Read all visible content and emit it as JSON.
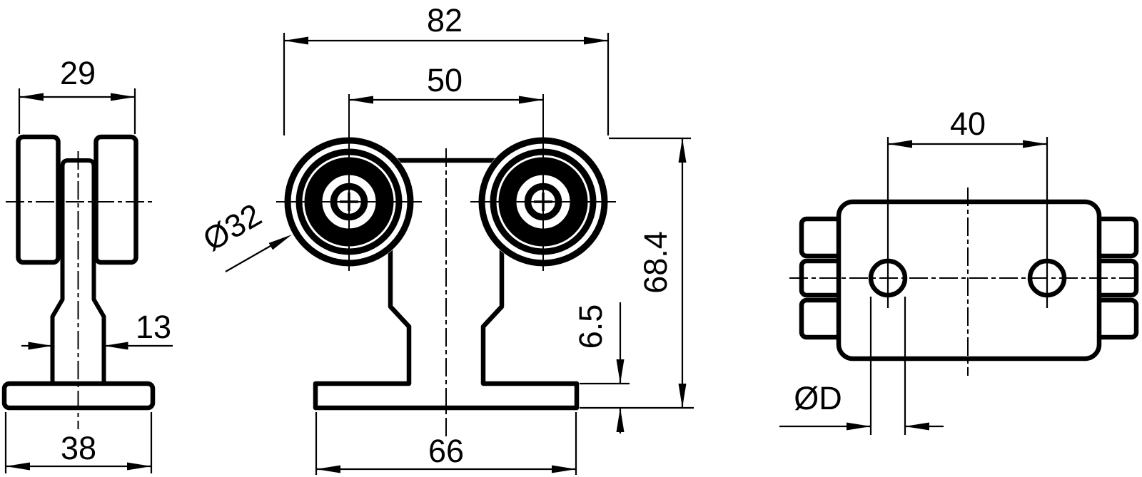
{
  "drawing": {
    "background": "#ffffff",
    "stroke_color": "#000000",
    "type": "technical-dimension-drawing",
    "side_view": {
      "width": "29",
      "stem_width": "13",
      "base_width": "38"
    },
    "front_view": {
      "overall_width": "82",
      "roller_spacing": "50",
      "roller_diameter": "Ø32",
      "overall_height": "68.4",
      "plate_thickness": "6.5",
      "plate_width": "66"
    },
    "top_view": {
      "hole_spacing": "40",
      "hole_diameter": "ØD"
    }
  }
}
